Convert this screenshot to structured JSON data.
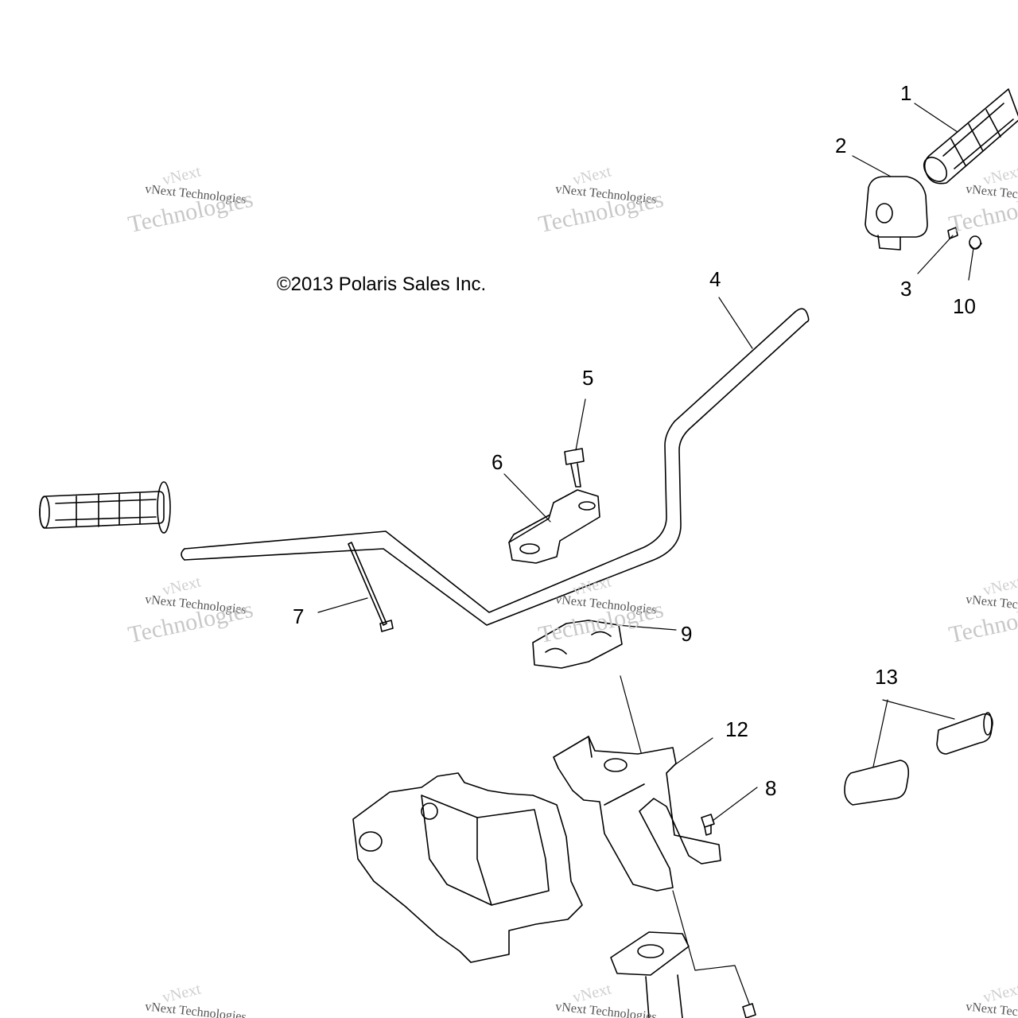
{
  "copyright": "©2013 Polaris Sales Inc.",
  "watermark": {
    "line1": "vNext",
    "line2": "vNext Technologies",
    "line3": "Technologies"
  },
  "callouts": {
    "c1": "1",
    "c2": "2",
    "c3": "3",
    "c4": "4",
    "c5": "5",
    "c6": "6",
    "c7": "7",
    "c8": "8",
    "c9": "9",
    "c10": "10",
    "c12": "12",
    "c13": "13"
  },
  "colors": {
    "line": "#000000",
    "watermark": "#bdbdbd"
  }
}
